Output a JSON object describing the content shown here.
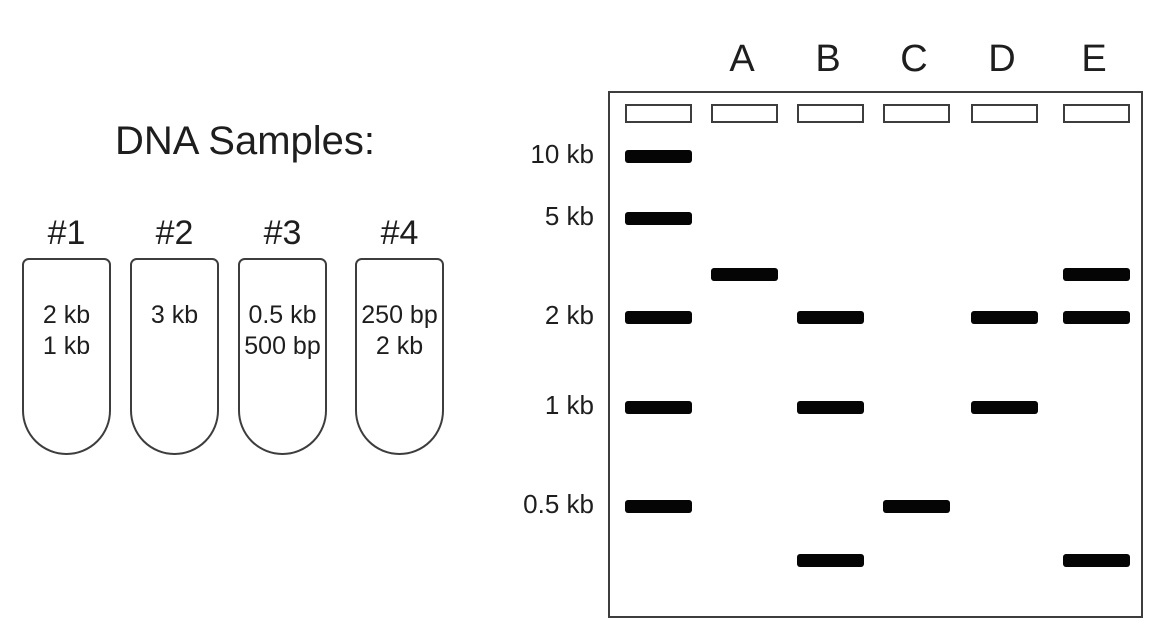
{
  "title": "DNA Samples:",
  "tubes": [
    {
      "label": "#1",
      "contents": [
        "2 kb",
        "1 kb"
      ]
    },
    {
      "label": "#2",
      "contents": [
        "3 kb"
      ]
    },
    {
      "label": "#3",
      "contents": [
        "0.5 kb",
        "500 bp"
      ]
    },
    {
      "label": "#4",
      "contents": [
        "250 bp",
        "2 kb"
      ]
    }
  ],
  "gel": {
    "lane_labels": [
      "A",
      "B",
      "C",
      "D",
      "E"
    ],
    "size_markers": [
      {
        "label": "10 kb",
        "kb": 10
      },
      {
        "label": "5 kb",
        "kb": 5
      },
      {
        "label": "2 kb",
        "kb": 2
      },
      {
        "label": "1 kb",
        "kb": 1
      },
      {
        "label": "0.5 kb",
        "kb": 0.5
      }
    ],
    "lanes": [
      {
        "id": "ladder",
        "bands_kb": [
          10,
          5,
          2,
          1,
          0.5
        ]
      },
      {
        "id": "A",
        "bands_kb": [
          3
        ]
      },
      {
        "id": "B",
        "bands_kb": [
          2,
          1,
          0.25
        ]
      },
      {
        "id": "C",
        "bands_kb": [
          0.5
        ]
      },
      {
        "id": "D",
        "bands_kb": [
          2,
          1
        ]
      },
      {
        "id": "E",
        "bands_kb": [
          3,
          2,
          0.25
        ]
      }
    ],
    "band_color": "#050505",
    "border_color": "#3d3d3d"
  }
}
